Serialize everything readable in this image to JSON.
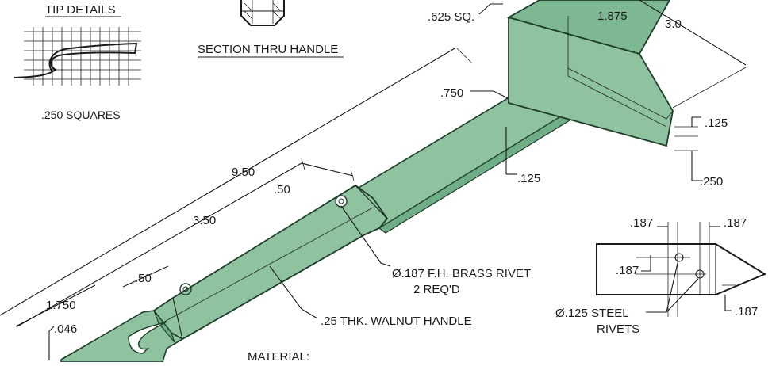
{
  "colors": {
    "part_fill": "#8fc3a0",
    "part_fill_dark": "#6fae86",
    "part_edge": "#1e3d2a",
    "ink": "#1a1a1a"
  },
  "labels": {
    "tip_details": "TIP DETAILS",
    "squares": ".250 SQUARES",
    "section_thru_handle": "SECTION THRU HANDLE",
    "dim_625_sq": ".625 SQ.",
    "dim_1875": "1.875",
    "dim_30": "3.0",
    "dim_125_top": ".125",
    "dim_250": ".250",
    "dim_750": ".750",
    "dim_125_mid": ".125",
    "dim_950": "9.50",
    "dim_50_top": ".50",
    "dim_350": "3.50",
    "dim_50_bottom": ".50",
    "dim_1750": "1.750",
    "dim_046": ".046",
    "rivet_brass_line1": "Ø.187 F.H. BRASS RIVET",
    "rivet_brass_line2": "2 REQ'D",
    "walnut_handle": ".25 THK. WALNUT HANDLE",
    "material": "MATERIAL:",
    "det_187_a": ".187",
    "det_187_b": ".187",
    "det_187_c": ".187",
    "det_187_d": ".187",
    "steel_rivets_line1": "Ø.125 STEEL",
    "steel_rivets_line2": "RIVETS"
  }
}
